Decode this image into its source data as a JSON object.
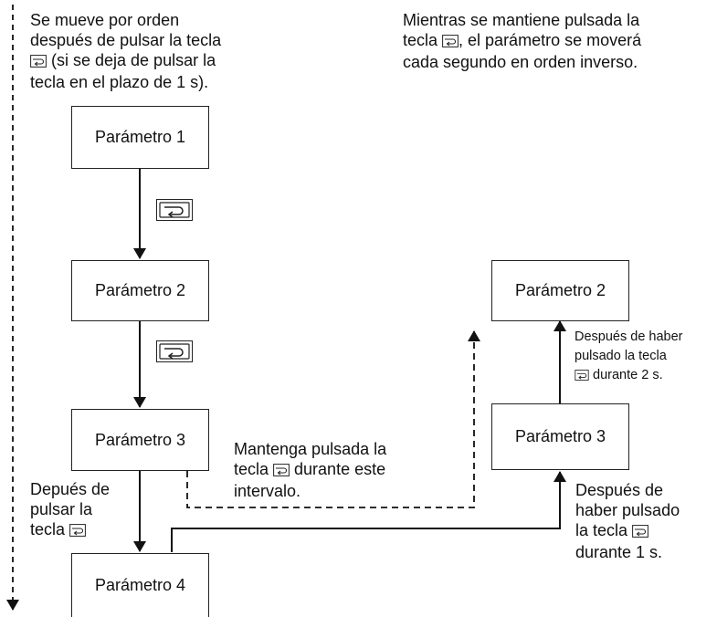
{
  "boxes": {
    "left_1": "Parámetro 1",
    "left_2": "Parámetro 2",
    "left_3": "Parámetro 3",
    "left_4": "Parámetro 4",
    "right_2": "Parámetro 2",
    "right_3": "Parámetro 3"
  },
  "notes": {
    "top_left": {
      "line1": "Se mueve por orden",
      "line2": "después de pulsar la tecla",
      "line3_after_icon": " (si se deja de pulsar la",
      "line4": "tecla en el plazo de 1 s)."
    },
    "top_right": {
      "line1": "Mientras se mantiene pulsada la",
      "line2_before_icon": "tecla ",
      "line2_after_icon": ", el parámetro se moverá",
      "line3": "cada segundo en orden inverso."
    },
    "middle": {
      "line1": "Mantenga pulsada la",
      "line2_before_icon": "tecla ",
      "line2_after_icon": " durante este",
      "line3": "intervalo."
    },
    "bottom_left": {
      "line1": "Depués de",
      "line2": "pulsar la",
      "line3_before_icon": "tecla "
    },
    "right_upper": {
      "line1": "Después de haber",
      "line2": "pulsado la tecla",
      "line3_after_icon": " durante 2 s."
    },
    "right_lower": {
      "line1": "Después de",
      "line2": "haber pulsado",
      "line3_before_icon": "la tecla ",
      "line4": "durante 1 s."
    }
  },
  "icons": [
    "mode-key-icon"
  ]
}
